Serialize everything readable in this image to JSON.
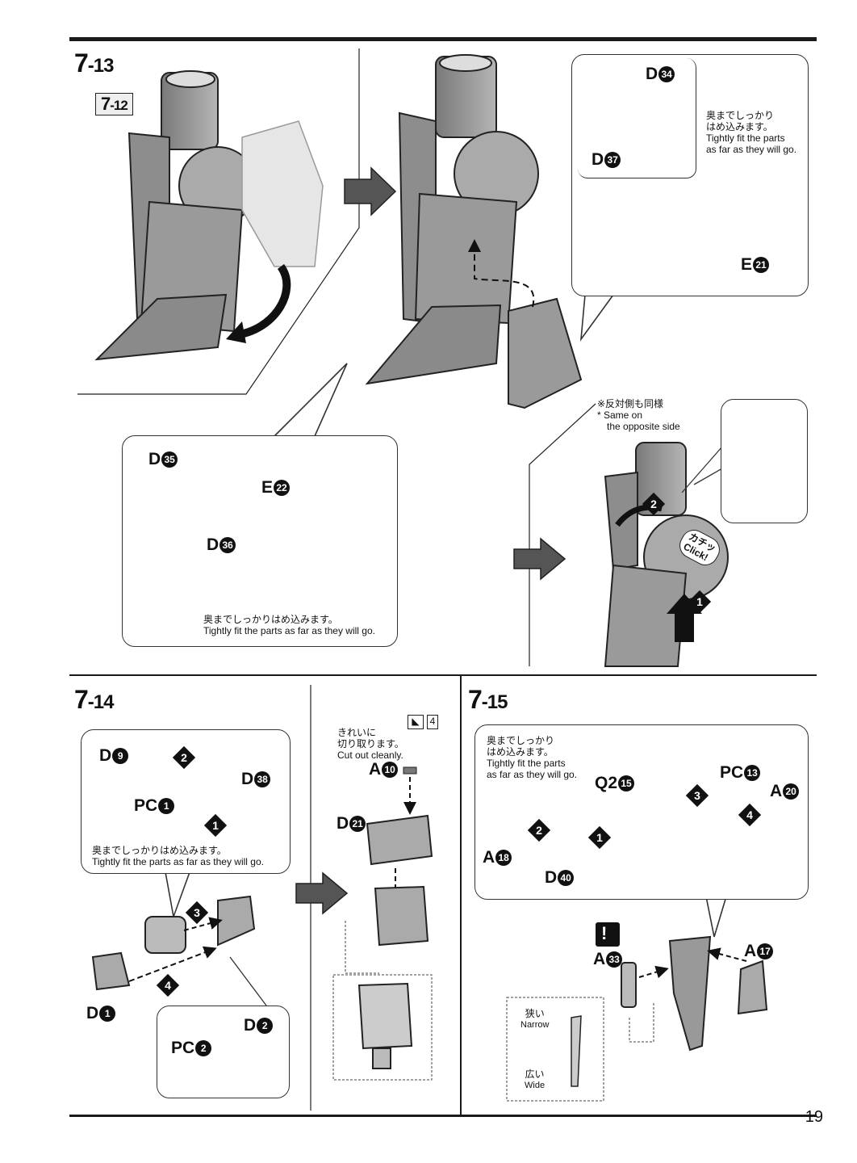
{
  "steps": {
    "s13": {
      "major": "7",
      "minor": "-13"
    },
    "s14": {
      "major": "7",
      "minor": "-14"
    },
    "s15": {
      "major": "7",
      "minor": "-15"
    },
    "ref": {
      "major": "7",
      "minor": "-12"
    }
  },
  "notes": {
    "fit_jp_a": "奥までしっかり",
    "fit_jp_b": "はめ込みます。",
    "fit_en_a": "Tightly fit the parts",
    "fit_en_b": "as far as they will go.",
    "fit_jp_line": "奥までしっかりはめ込みます。",
    "fit_en_line": "Tightly fit the parts as far as they will go.",
    "same_jp": "※反対側も同様",
    "same_en_a": "* Same on",
    "same_en_b": "the opposite side",
    "click_jp": "カチッ",
    "click_en": "Click!",
    "cut_jp_a": "きれいに",
    "cut_jp_b": "切り取ります。",
    "cut_en": "Cut out cleanly.",
    "narrow_jp": "狭い",
    "narrow_en": "Narrow",
    "wide_jp": "広い",
    "wide_en": "Wide",
    "tool_num": "4",
    "warning": "!"
  },
  "parts": {
    "d34": {
      "letter": "D",
      "num": "34"
    },
    "d37": {
      "letter": "D",
      "num": "37"
    },
    "e21": {
      "letter": "E",
      "num": "21"
    },
    "d35": {
      "letter": "D",
      "num": "35"
    },
    "d36": {
      "letter": "D",
      "num": "36"
    },
    "e22": {
      "letter": "E",
      "num": "22"
    },
    "d9": {
      "letter": "D",
      "num": "9"
    },
    "d38": {
      "letter": "D",
      "num": "38"
    },
    "pc1": {
      "letter": "PC",
      "num": "1"
    },
    "d1": {
      "letter": "D",
      "num": "1"
    },
    "d2": {
      "letter": "D",
      "num": "2"
    },
    "pc2": {
      "letter": "PC",
      "num": "2"
    },
    "a10": {
      "letter": "A",
      "num": "10"
    },
    "d21": {
      "letter": "D",
      "num": "21"
    },
    "q215": {
      "letter": "Q2",
      "num": "15"
    },
    "a18": {
      "letter": "A",
      "num": "18"
    },
    "d40": {
      "letter": "D",
      "num": "40"
    },
    "pc13": {
      "letter": "PC",
      "num": "13"
    },
    "a20": {
      "letter": "A",
      "num": "20"
    },
    "a33": {
      "letter": "A",
      "num": "33"
    },
    "a17": {
      "letter": "A",
      "num": "17"
    }
  },
  "order": [
    "1",
    "2",
    "3",
    "4"
  ],
  "page_number": "19",
  "colors": {
    "part_fill": "#9a9a9a",
    "part_dark": "#6e6e6e",
    "part_light": "#cfcfcf",
    "line": "#1a1a1a"
  }
}
